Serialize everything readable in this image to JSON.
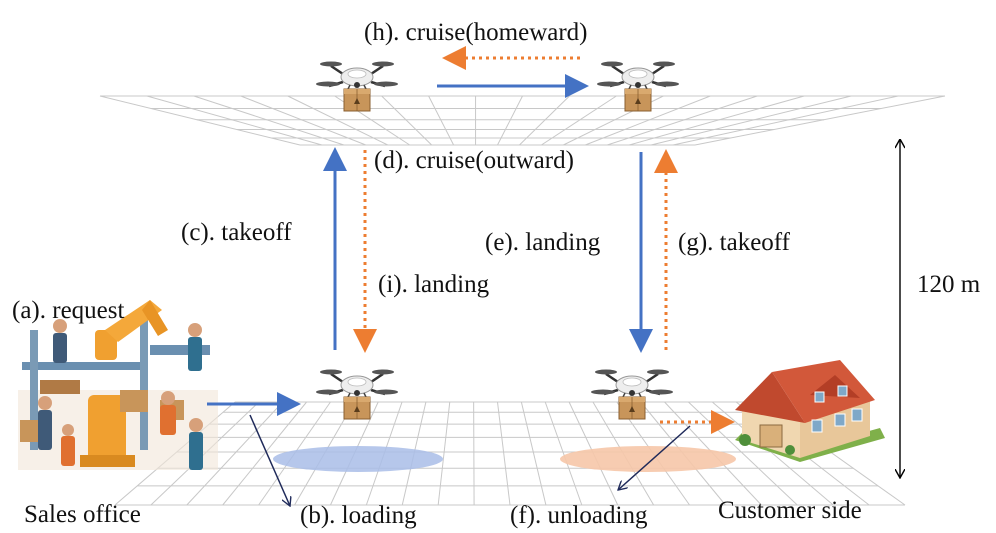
{
  "labels": {
    "cruise_homeward": "(h). cruise(homeward)",
    "cruise_outward": "(d). cruise(outward)",
    "takeoff_c": "(c). takeoff",
    "landing_i": "(i). landing",
    "landing_e": "(e). landing",
    "takeoff_g": "(g). takeoff",
    "request": "(a). request",
    "loading": "(b). loading",
    "unloading": "(f). unloading",
    "sales_office": "Sales office",
    "customer_side": "Customer side",
    "altitude": "120 m"
  },
  "colors": {
    "outward_arrow": "#4472c4",
    "homeward_arrow": "#ed7d31",
    "leader_line": "#1f2a5a",
    "grid_line": "#c8c8c8",
    "loading_zone": "#a9bde8",
    "unloading_zone": "#f6c7a8",
    "altitude_arrow": "#000000"
  },
  "icons": [
    "drone-with-package-icon",
    "factory-workers-icon",
    "house-icon"
  ]
}
